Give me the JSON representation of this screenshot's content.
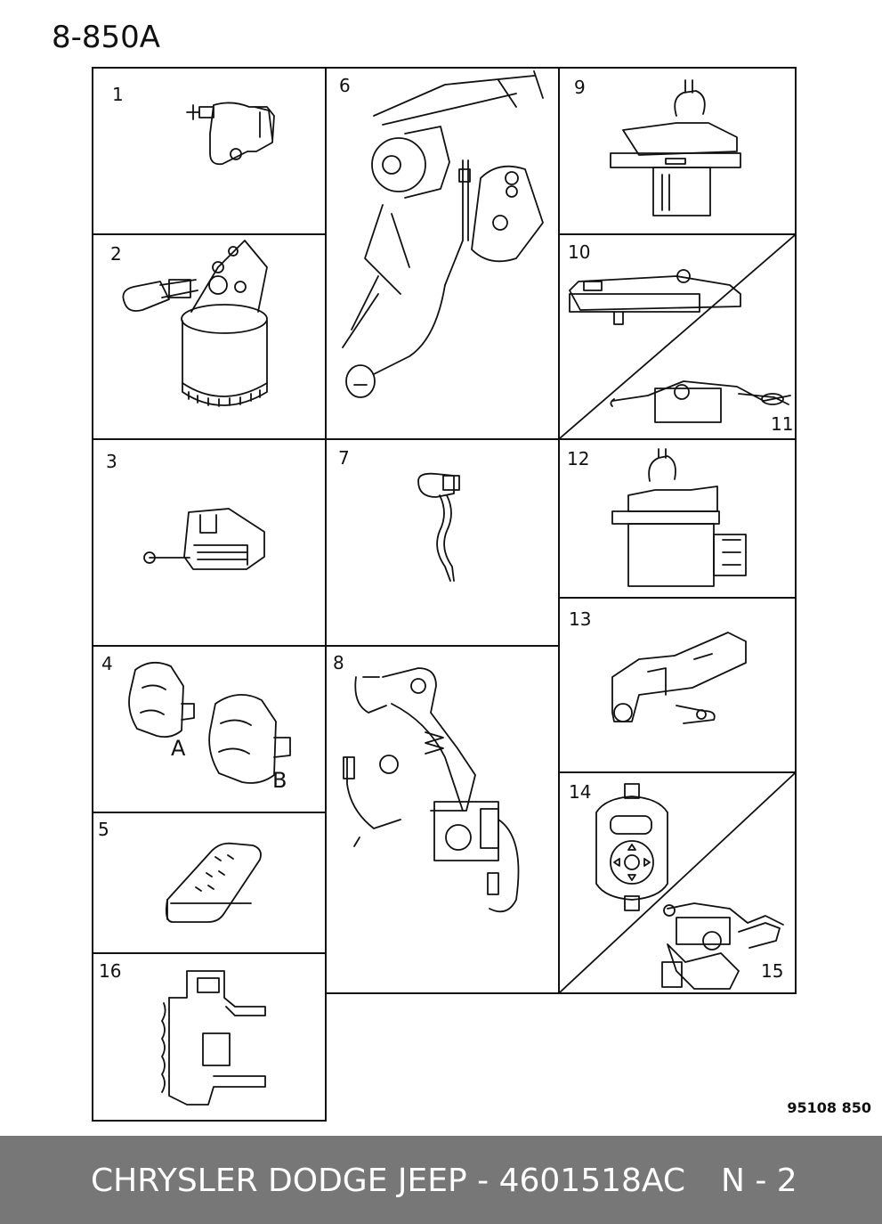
{
  "diagram": {
    "code": "8-850A",
    "reference": "95108  850",
    "part_numbers": {
      "p1": "1",
      "p2": "2",
      "p3": "3",
      "p4": "4",
      "p5": "5",
      "p6": "6",
      "p7": "7",
      "p8": "8",
      "p9": "9",
      "p10": "10",
      "p11": "11",
      "p12": "12",
      "p13": "13",
      "p14": "14",
      "p15": "15",
      "p16": "16"
    },
    "sublabels": {
      "a": "A",
      "b": "B"
    }
  },
  "footer": {
    "text": "CHRYSLER DODGE JEEP - 4601518AC",
    "page": "N - 2"
  }
}
